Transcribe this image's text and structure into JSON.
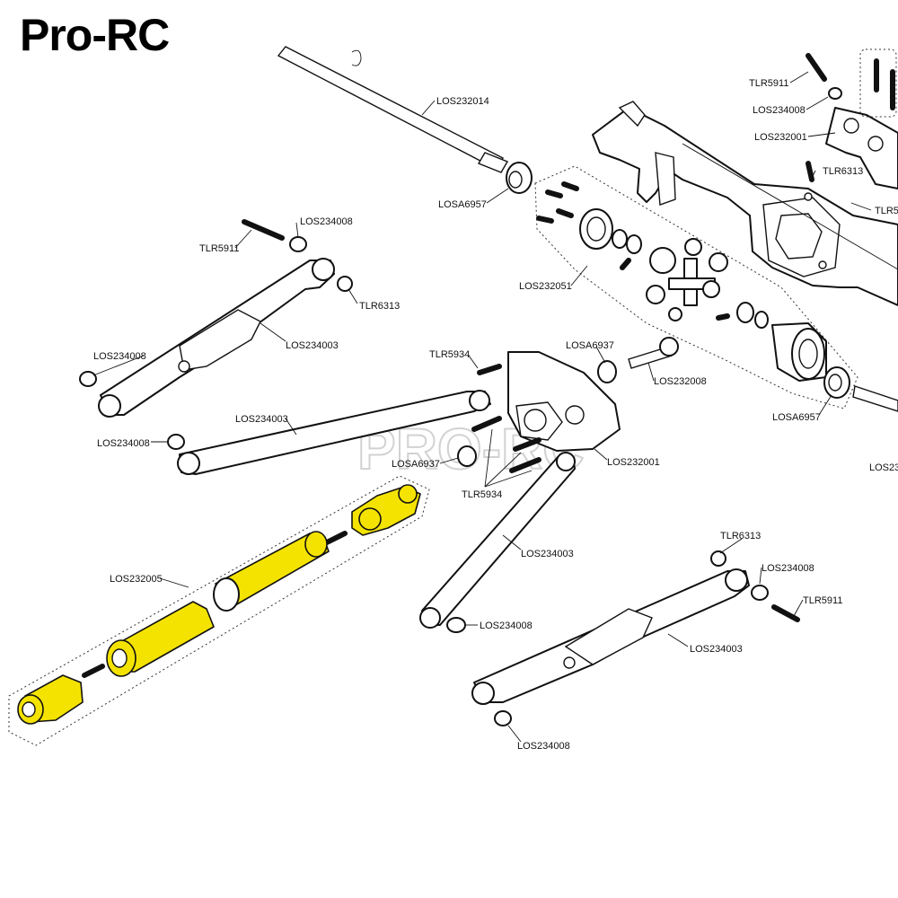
{
  "brand": {
    "title": "Pro-RC",
    "watermark": "PRO-RC"
  },
  "highlight_color": "#f4e300",
  "labels": {
    "L01": "LOS232014",
    "L02": "LOSA6957",
    "L03": "TLR5911",
    "L04": "LOS234008",
    "L05": "LOS232001",
    "L06": "TLR6313",
    "L07": "TLR5",
    "L08": "LOS234008",
    "L09": "TLR5911",
    "L10": "TLR6313",
    "L11": "LOS232051",
    "L12": "LOS234003",
    "L13": "LOS234008",
    "L14": "TLR5934",
    "L15": "LOSA6937",
    "L16": "LOS232008",
    "L17": "LOS234003",
    "L18": "LOS234008",
    "L19": "LOSA6957",
    "L20": "LOSA6937",
    "L21": "LOS232001",
    "L22": "TLR5934",
    "L23": "LOS23",
    "L24": "LOS232005",
    "L25": "LOS234003",
    "L26": "TLR6313",
    "L27": "LOS234008",
    "L28": "TLR5911",
    "L29": "LOS234008",
    "L30": "LOS234003",
    "L31": "LOS234008"
  }
}
